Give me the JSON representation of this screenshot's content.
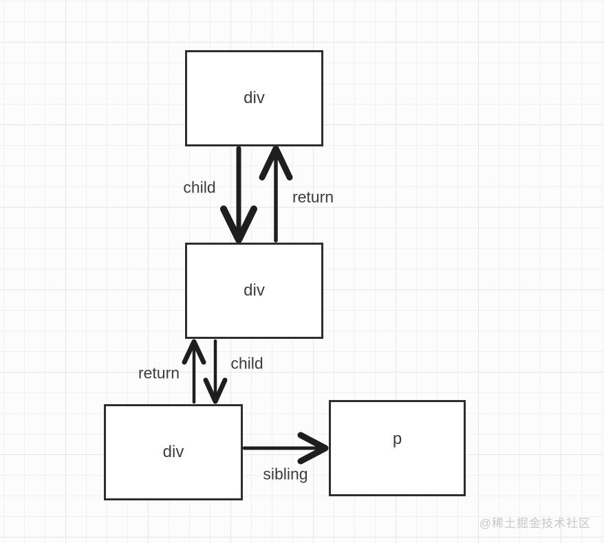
{
  "diagram": {
    "nodes": [
      {
        "id": "div-top",
        "label": "div"
      },
      {
        "id": "div-middle",
        "label": "div"
      },
      {
        "id": "div-bottom",
        "label": "div"
      },
      {
        "id": "p-right",
        "label": "p"
      }
    ],
    "edge_labels": {
      "child_top": "child",
      "return_top": "return",
      "return_bottom": "return",
      "child_bottom": "child",
      "sibling": "sibling"
    }
  },
  "watermark": {
    "text": "@稀土掘金技术社区"
  },
  "colors": {
    "background": "#fcfcfd",
    "grid_minor": "#f0f0f3",
    "grid_major": "#e6e6ea",
    "node_border": "#2d2d2d",
    "node_fill": "#ffffff",
    "arrow": "#1e1e1e",
    "label_text": "#3c3c3c",
    "watermark_text": "#c7c7c7"
  }
}
